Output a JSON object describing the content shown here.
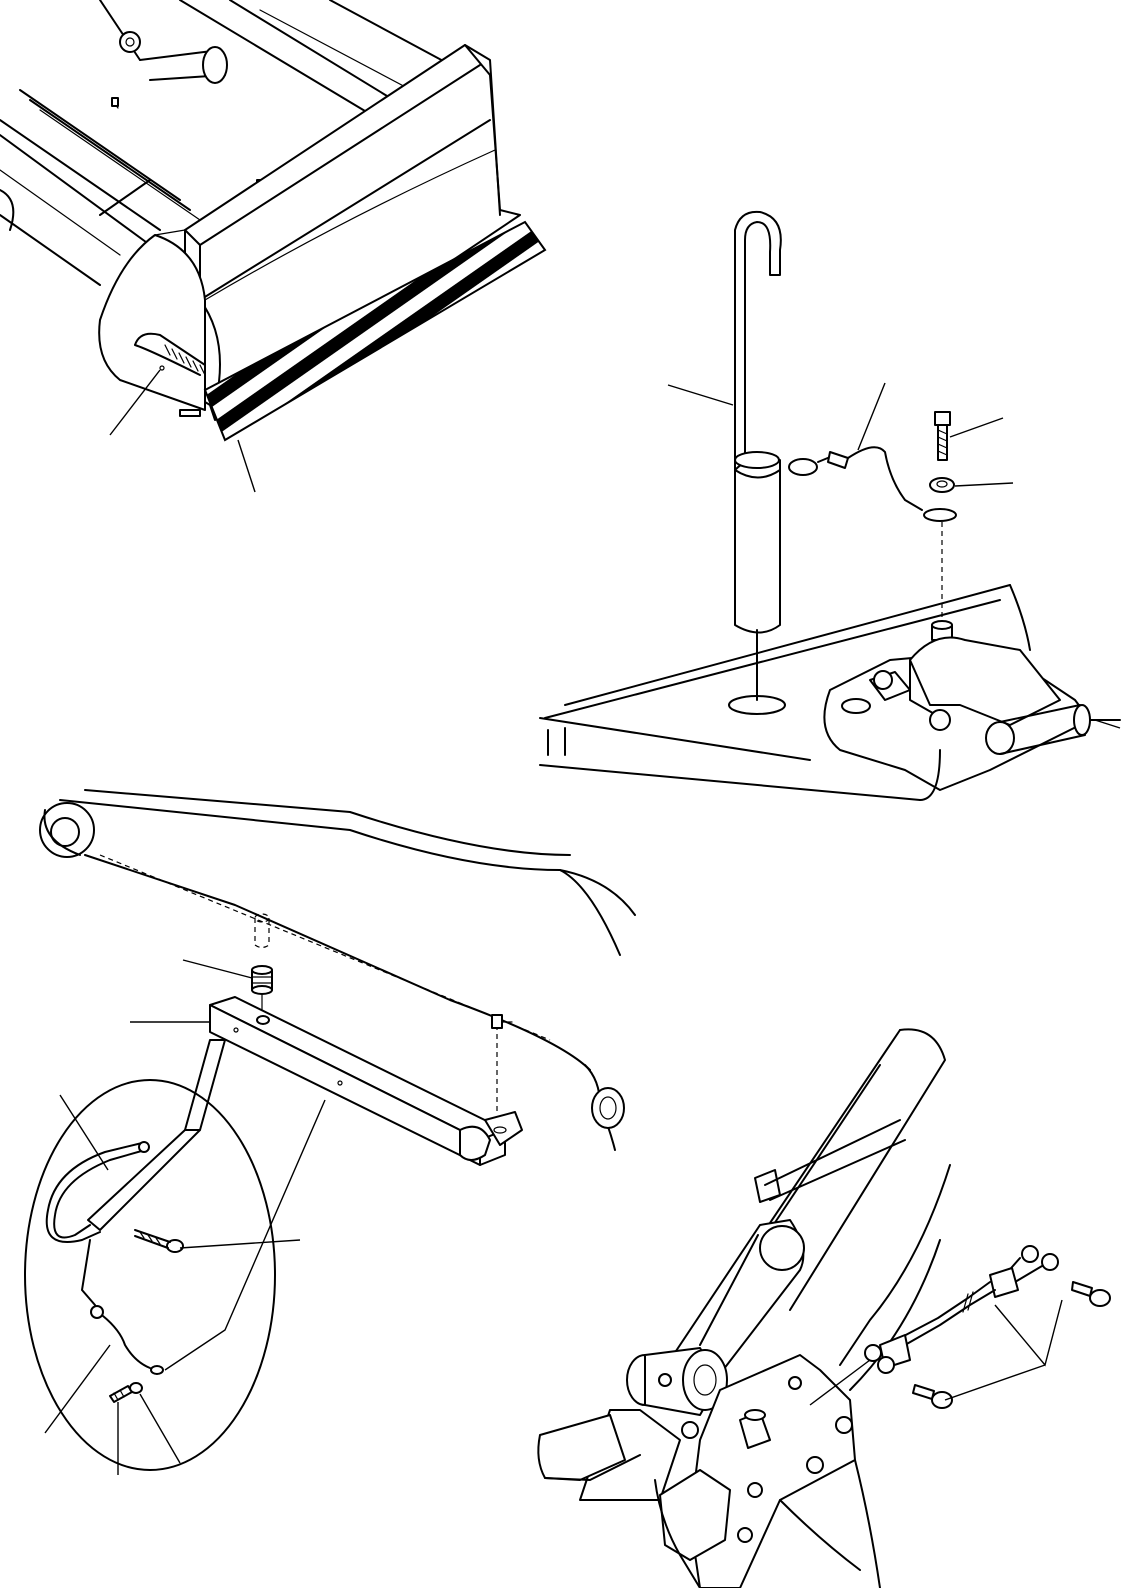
{
  "figure": {
    "panels": [
      {
        "id": "bucket-edge-guard",
        "callouts": 2
      },
      {
        "id": "safety-lock-pin",
        "callouts": 5
      },
      {
        "id": "boom-lock-bar",
        "callouts": 7
      },
      {
        "id": "arm-cylinder-lock",
        "callouts": 1
      }
    ],
    "colors": {
      "ink": "#000000",
      "paper": "#ffffff"
    }
  }
}
